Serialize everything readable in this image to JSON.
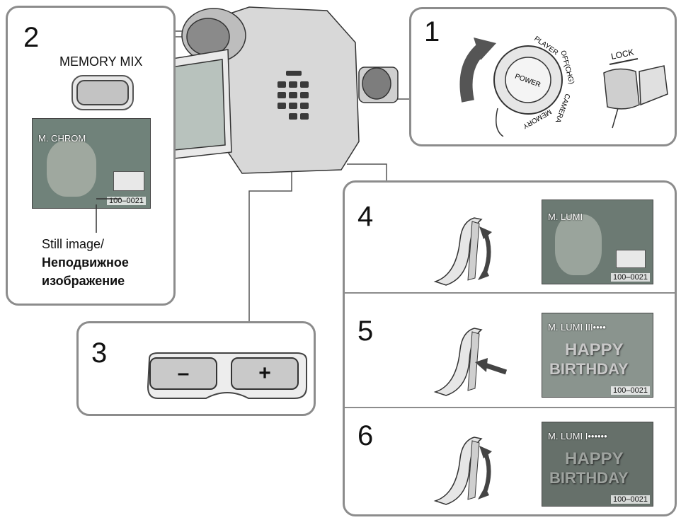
{
  "steps": {
    "s1": "1",
    "s2": "2",
    "s3": "3",
    "s4": "4",
    "s5": "5",
    "s6": "6"
  },
  "step1": {
    "dial_power": "POWER",
    "dial_player": "PLAYER",
    "dial_off": "OFF(CHG)",
    "dial_camera": "CAMERA",
    "dial_memory": "MEMORY",
    "lock": "LOCK"
  },
  "step2": {
    "button_label": "MEMORY MIX",
    "osd": "M. CHROM",
    "counter": "100–0021",
    "caption_en": "Still image/",
    "caption_ru_1": "Неподвижное",
    "caption_ru_2": "изображение"
  },
  "step3": {
    "minus": "–",
    "plus": "+"
  },
  "step4": {
    "osd": "M. LUMI",
    "counter": "100–0021"
  },
  "step5": {
    "osd": "M. LUMI  III••••",
    "text1": "HAPPY",
    "text2": "BIRTHDAY",
    "counter": "100–0021"
  },
  "step6": {
    "osd": "M. LUMI  I••••••",
    "text1": "HAPPY",
    "text2": "BIRTHDAY",
    "counter": "100–0021"
  },
  "colors": {
    "frame": "#8c8c8c",
    "screen": "#6c7a73",
    "button": "#c9c9c9"
  }
}
